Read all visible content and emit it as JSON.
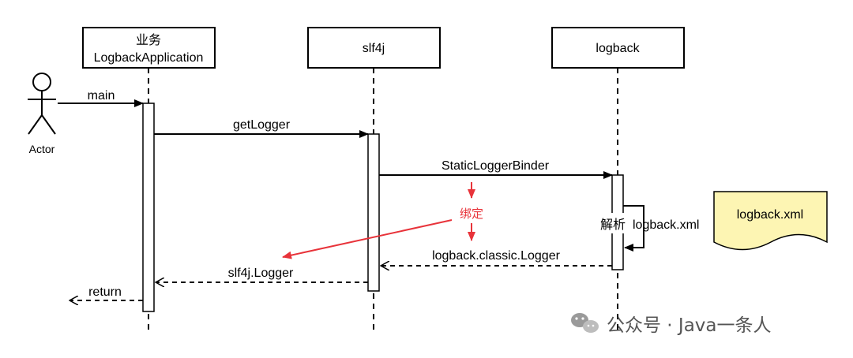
{
  "participants": {
    "app_line1": "业务",
    "app_line2": "LogbackApplication",
    "slf4j": "slf4j",
    "logback": "logback"
  },
  "actor": {
    "label": "Actor"
  },
  "messages": {
    "main": "main",
    "getLogger": "getLogger",
    "static_binder": "StaticLoggerBinder",
    "parse": "解析",
    "self_logback_xml": "logback.xml",
    "classic_logger": "logback.classic.Logger",
    "slf4j_logger": "slf4j.Logger",
    "return": "return"
  },
  "annotation": {
    "bind": "绑定",
    "color": "#e8333a"
  },
  "note": {
    "text": "logback.xml",
    "fill": "#fdf5b3"
  },
  "watermark": {
    "text": "公众号 · Java一条人"
  }
}
